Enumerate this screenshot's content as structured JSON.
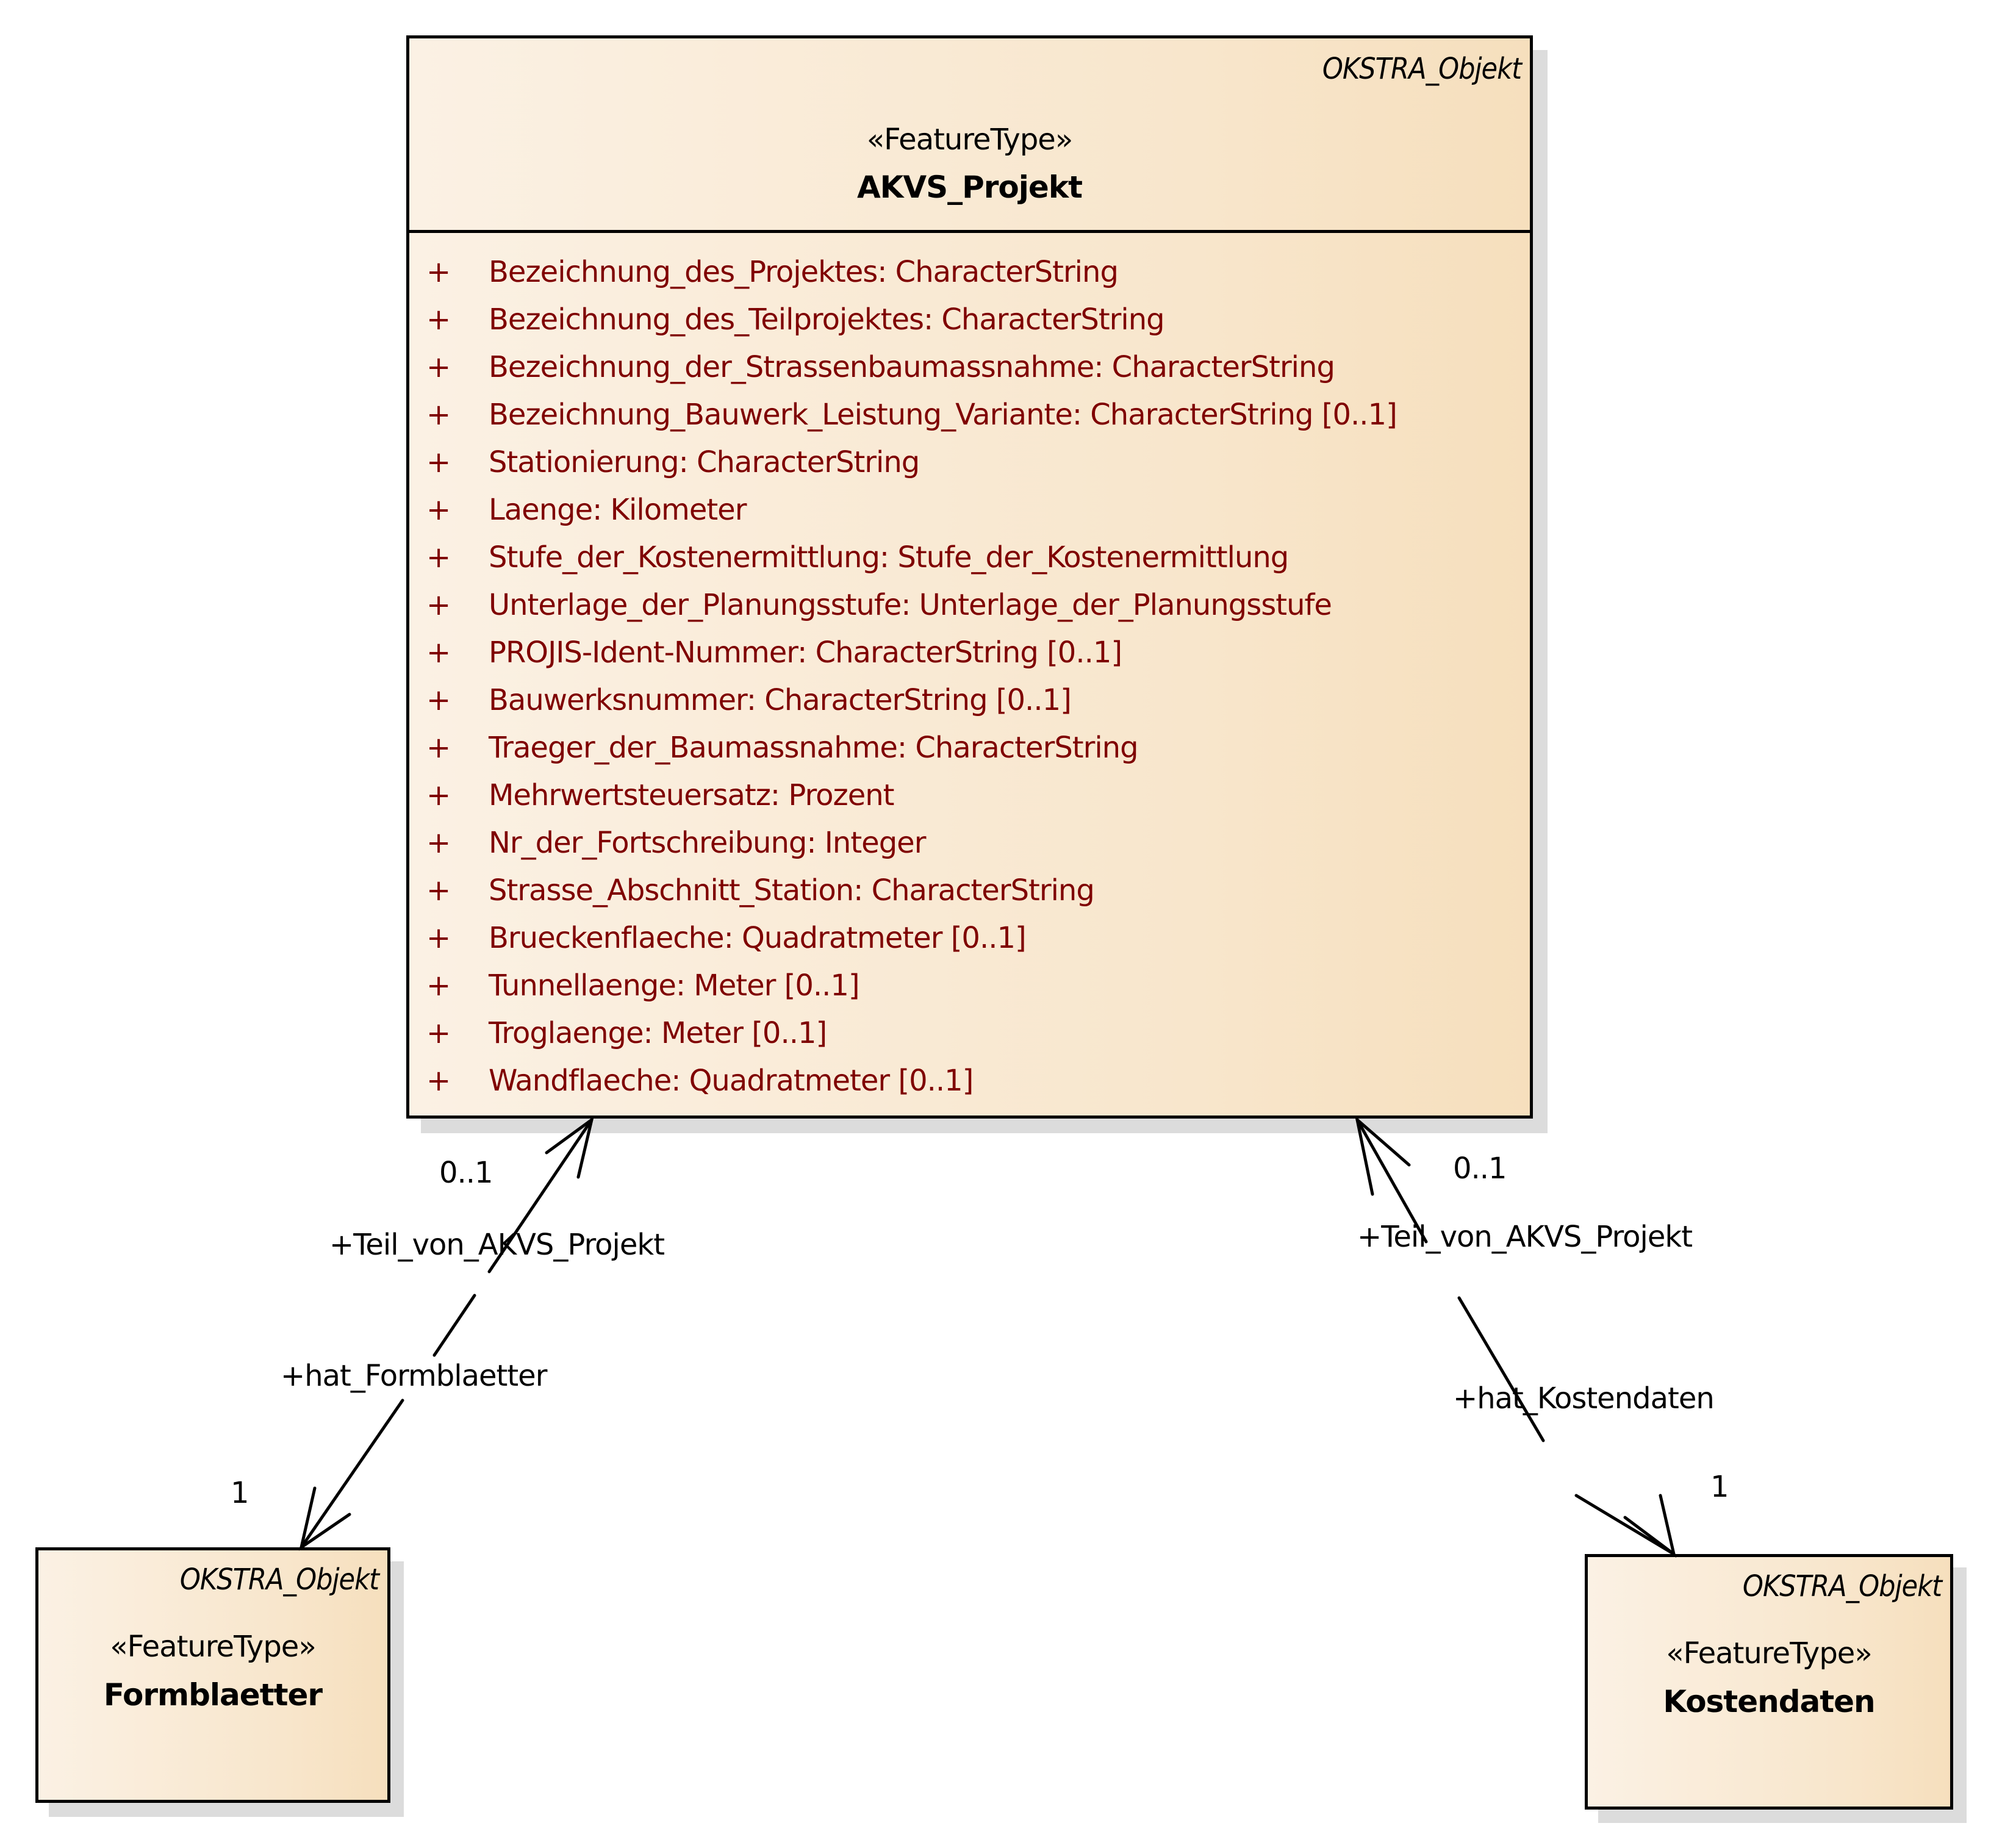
{
  "classes": {
    "main": {
      "parent": "OKSTRA_Objekt",
      "stereotype": "«FeatureType»",
      "name": "AKVS_Projekt",
      "attributes": [
        {
          "visibility": "+",
          "text": "Bezeichnung_des_Projektes: CharacterString"
        },
        {
          "visibility": "+",
          "text": "Bezeichnung_des_Teilprojektes: CharacterString"
        },
        {
          "visibility": "+",
          "text": "Bezeichnung_der_Strassenbaumassnahme: CharacterString"
        },
        {
          "visibility": "+",
          "text": "Bezeichnung_Bauwerk_Leistung_Variante: CharacterString [0..1]"
        },
        {
          "visibility": "+",
          "text": "Stationierung: CharacterString"
        },
        {
          "visibility": "+",
          "text": "Laenge: Kilometer"
        },
        {
          "visibility": "+",
          "text": "Stufe_der_Kostenermittlung: Stufe_der_Kostenermittlung"
        },
        {
          "visibility": "+",
          "text": "Unterlage_der_Planungsstufe: Unterlage_der_Planungsstufe"
        },
        {
          "visibility": "+",
          "text": "PROJIS-Ident-Nummer: CharacterString [0..1]"
        },
        {
          "visibility": "+",
          "text": "Bauwerksnummer: CharacterString [0..1]"
        },
        {
          "visibility": "+",
          "text": "Traeger_der_Baumassnahme: CharacterString"
        },
        {
          "visibility": "+",
          "text": "Mehrwertsteuersatz: Prozent"
        },
        {
          "visibility": "+",
          "text": "Nr_der_Fortschreibung: Integer"
        },
        {
          "visibility": "+",
          "text": "Strasse_Abschnitt_Station: CharacterString"
        },
        {
          "visibility": "+",
          "text": "Brueckenflaeche: Quadratmeter [0..1]"
        },
        {
          "visibility": "+",
          "text": "Tunnellaenge: Meter [0..1]"
        },
        {
          "visibility": "+",
          "text": "Troglaenge: Meter [0..1]"
        },
        {
          "visibility": "+",
          "text": "Wandflaeche: Quadratmeter [0..1]"
        }
      ]
    },
    "formblaetter": {
      "parent": "OKSTRA_Objekt",
      "stereotype": "«FeatureType»",
      "name": "Formblaetter"
    },
    "kostendaten": {
      "parent": "OKSTRA_Objekt",
      "stereotype": "«FeatureType»",
      "name": "Kostendaten"
    }
  },
  "associations": [
    {
      "from": "AKVS_Projekt",
      "to": "Formblaetter",
      "source_multiplicity": "0..1",
      "source_role": "+Teil_von_AKVS_Projekt",
      "target_role": "+hat_Formblaetter",
      "target_multiplicity": "1",
      "navigability": "both"
    },
    {
      "from": "AKVS_Projekt",
      "to": "Kostendaten",
      "source_multiplicity": "0..1",
      "source_role": "+Teil_von_AKVS_Projekt",
      "target_role": "+hat_Kostendaten",
      "target_multiplicity": "1",
      "navigability": "both"
    }
  ],
  "colors": {
    "attribute_text": "#7f0000",
    "class_fill_start": "#fbf1e4",
    "class_fill_end": "#f6dfbd",
    "border": "#000000",
    "shadow": "#dcdcdc"
  }
}
